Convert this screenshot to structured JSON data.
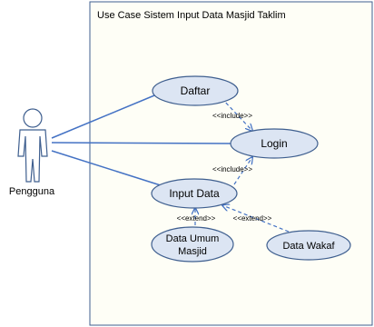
{
  "system": {
    "title": "Use Case Sistem Input Data Masjid Taklim"
  },
  "actor": {
    "name": "Pengguna"
  },
  "use_cases": {
    "daftar": "Daftar",
    "login": "Login",
    "input_data": "Input Data",
    "data_umum_line1": "Data Umum",
    "data_umum_line2": "Masjid",
    "data_wakaf": "Data Wakaf"
  },
  "relations": {
    "include_1": "<<include>>",
    "include_2": "<<include>>",
    "extend_1": "<<extend>>",
    "extend_2": "<<extend>>"
  },
  "colors": {
    "usecase_fill": "#dce5f3",
    "stroke": "#3f5f8f",
    "boundary_bg": "#fefef6",
    "line": "#4472c4"
  }
}
